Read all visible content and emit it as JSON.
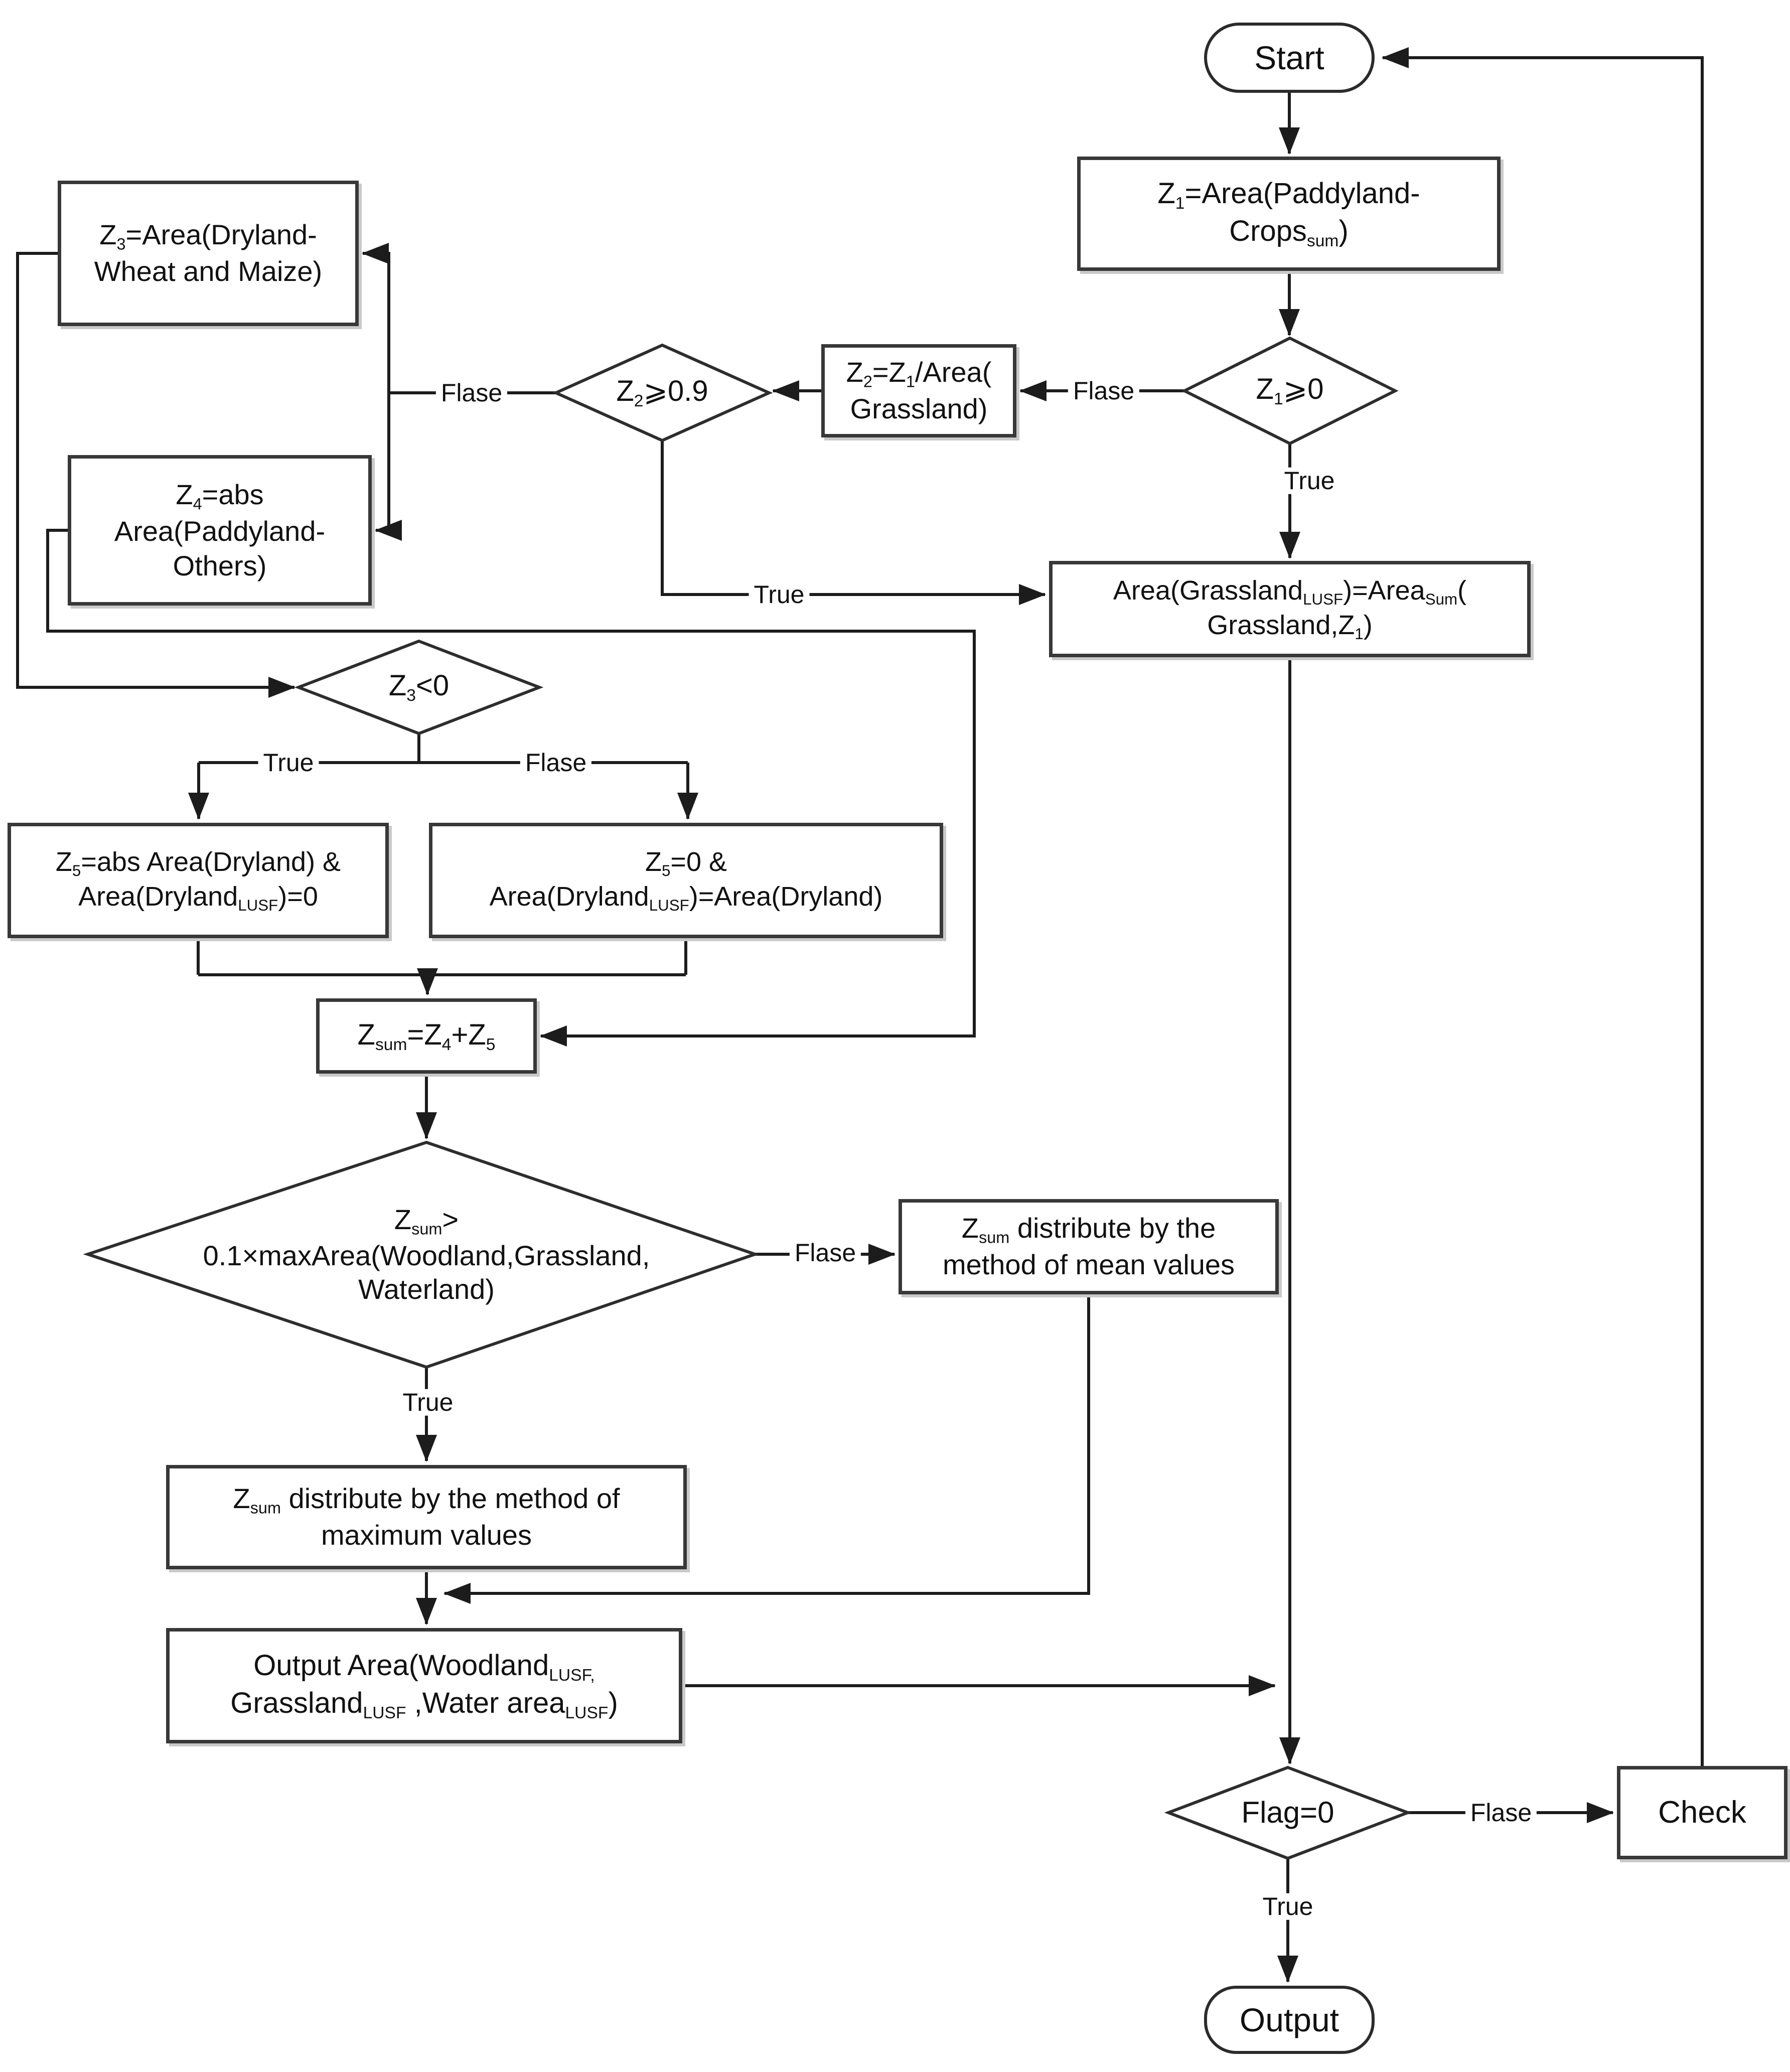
{
  "colors": {
    "ink": "#1c1c1c",
    "box_border": "#383838",
    "background": "#ffffff",
    "shadow": "#c9c9c9"
  },
  "nodes": {
    "start": {
      "type": "terminator",
      "label": "Start"
    },
    "z1": {
      "type": "process",
      "lines": [
        [
          {
            "t": "Z"
          },
          {
            "t": "1",
            "s": true
          },
          {
            "t": "=Area(Paddyland-"
          }
        ],
        [
          {
            "t": "Crops"
          },
          {
            "t": "sum",
            "s": true
          },
          {
            "t": ")"
          }
        ]
      ]
    },
    "z1_decision": {
      "type": "decision",
      "lines": [
        [
          {
            "t": "Z"
          },
          {
            "t": "1",
            "s": true
          },
          {
            "t": "⩾0"
          }
        ]
      ]
    },
    "z2": {
      "type": "process",
      "lines": [
        [
          {
            "t": "Z"
          },
          {
            "t": "2",
            "s": true
          },
          {
            "t": "=Z"
          },
          {
            "t": "1",
            "s": true
          },
          {
            "t": "/Area("
          }
        ],
        [
          {
            "t": "Grassland)"
          }
        ]
      ]
    },
    "z2_decision": {
      "type": "decision",
      "lines": [
        [
          {
            "t": "Z"
          },
          {
            "t": "2",
            "s": true
          },
          {
            "t": "⩾0.9"
          }
        ]
      ]
    },
    "z3": {
      "type": "process",
      "lines": [
        [
          {
            "t": "Z"
          },
          {
            "t": "3",
            "s": true
          },
          {
            "t": "=Area(Dryland-"
          }
        ],
        [
          {
            "t": "Wheat and Maize)"
          }
        ]
      ]
    },
    "z4": {
      "type": "process",
      "lines": [
        [
          {
            "t": "Z"
          },
          {
            "t": "4",
            "s": true
          },
          {
            "t": "=abs"
          }
        ],
        [
          {
            "t": "Area(Paddyland-"
          }
        ],
        [
          {
            "t": "Others)"
          }
        ]
      ]
    },
    "grassland": {
      "type": "process",
      "lines": [
        [
          {
            "t": "Area(Grassland"
          },
          {
            "t": "LUSF",
            "s": true
          },
          {
            "t": ")=Area"
          },
          {
            "t": "Sum",
            "s": true
          },
          {
            "t": "("
          }
        ],
        [
          {
            "t": "Grassland,Z"
          },
          {
            "t": "1",
            "s": true
          },
          {
            "t": ")"
          }
        ]
      ]
    },
    "z3_decision": {
      "type": "decision",
      "lines": [
        [
          {
            "t": "Z"
          },
          {
            "t": "3",
            "s": true
          },
          {
            "t": "<0"
          }
        ]
      ]
    },
    "z5_true": {
      "type": "process",
      "lines": [
        [
          {
            "t": "Z"
          },
          {
            "t": "5",
            "s": true
          },
          {
            "t": "=abs Area(Dryland) &"
          }
        ],
        [
          {
            "t": "Area(Dryland"
          },
          {
            "t": "LUSF",
            "s": true
          },
          {
            "t": ")=0"
          }
        ]
      ]
    },
    "z5_false": {
      "type": "process",
      "lines": [
        [
          {
            "t": "Z"
          },
          {
            "t": "5",
            "s": true
          },
          {
            "t": "=0 &"
          }
        ],
        [
          {
            "t": "Area(Dryland"
          },
          {
            "t": "LUSF",
            "s": true
          },
          {
            "t": ")=Area(Dryland)"
          }
        ]
      ]
    },
    "zsum": {
      "type": "process",
      "lines": [
        [
          {
            "t": "Z"
          },
          {
            "t": "sum",
            "s": true
          },
          {
            "t": "=Z"
          },
          {
            "t": "4",
            "s": true
          },
          {
            "t": "+Z"
          },
          {
            "t": "5",
            "s": true
          }
        ]
      ]
    },
    "zsum_decision": {
      "type": "decision",
      "lines": [
        [
          {
            "t": "Z"
          },
          {
            "t": "sum",
            "s": true
          },
          {
            "t": ">"
          }
        ],
        [
          {
            "t": "0.1×maxArea(Woodland,Grassland,"
          }
        ],
        [
          {
            "t": "Waterland)"
          }
        ]
      ]
    },
    "mean": {
      "type": "process",
      "lines": [
        [
          {
            "t": "Z"
          },
          {
            "t": "sum",
            "s": true
          },
          {
            "t": " distribute by the"
          }
        ],
        [
          {
            "t": "method of mean values"
          }
        ]
      ]
    },
    "max": {
      "type": "process",
      "lines": [
        [
          {
            "t": "Z"
          },
          {
            "t": "sum",
            "s": true
          },
          {
            "t": " distribute by the method of"
          }
        ],
        [
          {
            "t": "maximum values"
          }
        ]
      ]
    },
    "output_area": {
      "type": "process",
      "lines": [
        [
          {
            "t": "Output Area(Woodland"
          },
          {
            "t": "LUSF,",
            "s": true
          }
        ],
        [
          {
            "t": "Grassland"
          },
          {
            "t": "LUSF",
            "s": true
          },
          {
            "t": " ,Water area"
          },
          {
            "t": "LUSF",
            "s": true
          },
          {
            "t": ")"
          }
        ]
      ]
    },
    "flag_decision": {
      "type": "decision",
      "lines": [
        [
          {
            "t": "Flag=0"
          }
        ]
      ]
    },
    "check": {
      "type": "process",
      "label": "Check"
    },
    "output": {
      "type": "terminator",
      "label": "Output"
    }
  },
  "edge_labels": {
    "z1_true": "True",
    "z1_false": "Flase",
    "z2_true": "True",
    "z2_false": "Flase",
    "z3_true": "True",
    "z3_false": "Flase",
    "zsum_true": "True",
    "zsum_false": "Flase",
    "flag_true": "True",
    "flag_false": "Flase"
  }
}
